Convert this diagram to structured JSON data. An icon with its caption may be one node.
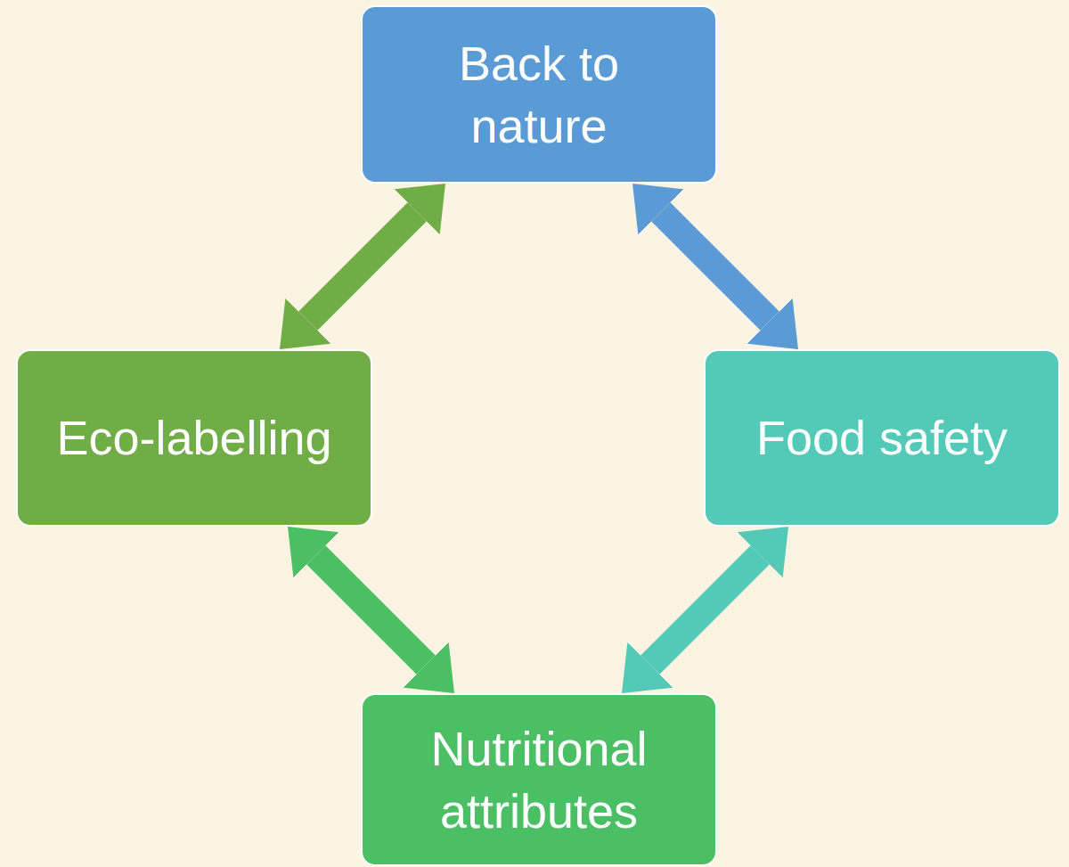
{
  "diagram": {
    "nodes": [
      {
        "text": [
          "Back to nature"
        ]
      },
      {
        "text": [
          "Eco-labelling"
        ]
      },
      {
        "text": [
          "Food safety"
        ]
      },
      {
        "text": [
          "Nutritional attributes"
        ]
      }
    ],
    "edges": [
      {
        "from": 0,
        "to": 1,
        "arrow": "both",
        "color": "#70ad47"
      },
      {
        "from": 0,
        "to": 2,
        "arrow": "both",
        "color": "#5b9bd5"
      },
      {
        "from": 1,
        "to": 3,
        "arrow": "both",
        "color": "#4bbf64"
      },
      {
        "from": 2,
        "to": 3,
        "arrow": "both",
        "color": "#53c9b7"
      }
    ]
  }
}
